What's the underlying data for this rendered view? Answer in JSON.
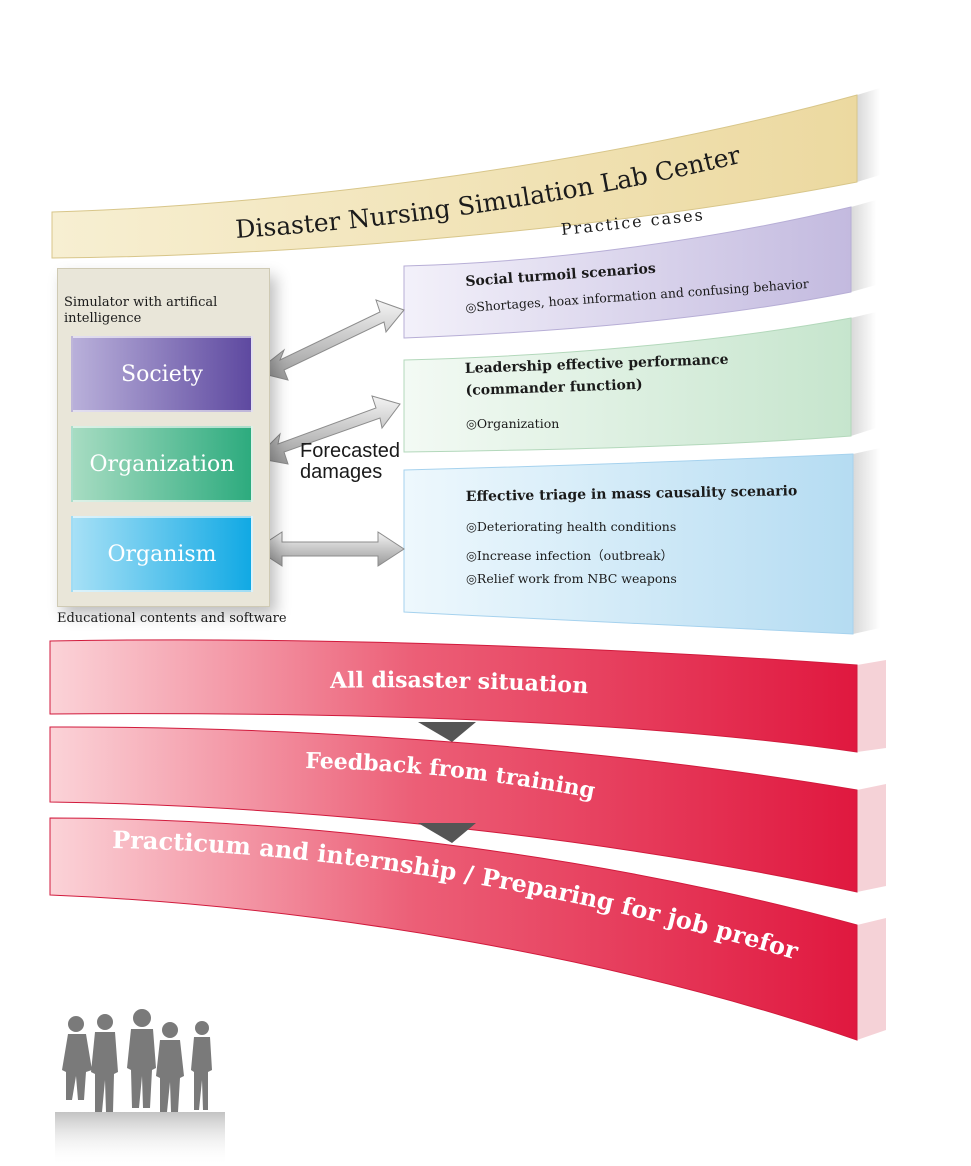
{
  "title": "Disaster Nursing Simulation Lab Center",
  "practice_cases_label": "Practice cases",
  "simulator": {
    "heading": "Simulator with artifical intelligence",
    "segments": [
      "Society",
      "Organization",
      "Organism"
    ],
    "footer": "Educational contents and software"
  },
  "forecast_label": "Forecasted\ndamages",
  "cases": [
    {
      "title": "Social turmoil scenarios",
      "items": [
        "◎Shortages, hoax information and confusing behavior"
      ]
    },
    {
      "title": "Leadership effective performance\n(commander function)",
      "items": [
        "◎Organization"
      ]
    },
    {
      "title": "Effective triage in mass causality scenario",
      "items": [
        "◎Deteriorating health conditions",
        "◎Increase infection（outbreak）",
        "◎Relief work from NBC weapons"
      ]
    }
  ],
  "bands": [
    "All disaster situation",
    "Feedback from training",
    "Practicum and internship / Preparing for job preformance"
  ],
  "colors": {
    "title_band": "#f2e3b3",
    "case_purple": "#cdc6e4",
    "case_green": "#d3ead8",
    "case_blue": "#c5e3f4",
    "society": "#6a55a6",
    "organization": "#3fb38b",
    "organism": "#23b4e9",
    "red_band": "#e3264a",
    "people": "#7a7a7a"
  }
}
